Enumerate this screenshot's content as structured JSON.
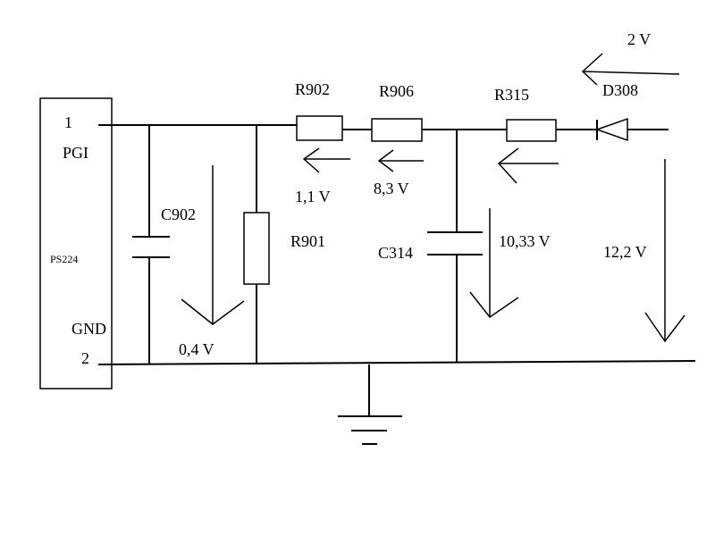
{
  "chip": {
    "name": "PS224",
    "pin1_number": "1",
    "pin1_label": "PGI",
    "pin2_number": "2",
    "pin2_label": "GND"
  },
  "components": {
    "c902": "C902",
    "r901": "R901",
    "r902": "R902",
    "r906": "R906",
    "r315": "R315",
    "c314": "C314",
    "d308": "D308"
  },
  "voltages": {
    "v_c902": "0,4  V",
    "v_r902": "1,1  V",
    "v_r906": "8,3  V",
    "v_r315": "2  V",
    "v_c314": "10,33  V",
    "v_total": "12,2  V"
  }
}
